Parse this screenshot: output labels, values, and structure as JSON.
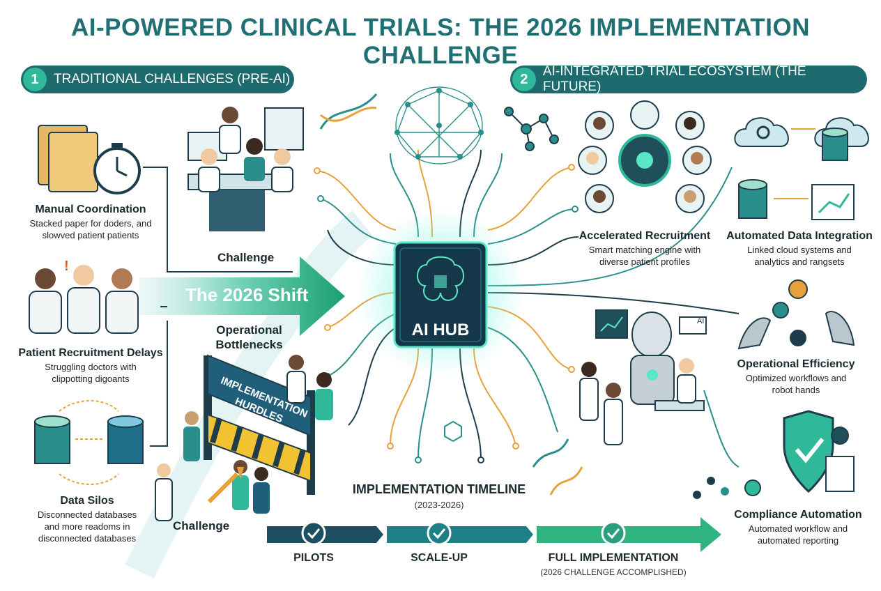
{
  "title": "AI-POWERED CLINICAL TRIALS: THE 2026 IMPLEMENTATION CHALLENGE",
  "section1": {
    "number": "1",
    "label": "TRADITIONAL CHALLENGES (PRE-AI)"
  },
  "section2": {
    "number": "2",
    "label": "AI-INTEGRATED TRIAL ECOSYSTEM (THE FUTURE)"
  },
  "left": {
    "manual": {
      "title": "Manual Coordination",
      "desc1": "Stacked paper for doders, and",
      "desc2": "slowved patient patients"
    },
    "recruit": {
      "title": "Patient Recruitment Delays",
      "desc1": "Struggling doctors with",
      "desc2": "clippotting digoants"
    },
    "silos": {
      "title": "Data Silos",
      "desc1": "Disconnected databases",
      "desc2": "and more readoms in",
      "desc3": "disconnected databases"
    }
  },
  "middle_left": {
    "challenge_top": "Challenge",
    "shift": "The 2026 Shift",
    "bottlenecks1": "Operational",
    "bottlenecks2": "Bottlenecks",
    "hurdles1": "IMPLEMENTATION",
    "hurdles2": "HURDLES",
    "challenge_bottom": "Challenge"
  },
  "hub": {
    "label": "AI HUB",
    "chip_small": "AI"
  },
  "right": {
    "recruitment": {
      "title": "Accelerated Recruitment",
      "desc1": "Smart matching engine with",
      "desc2": "diverse patient profiles"
    },
    "data": {
      "title": "Automated Data Integration",
      "desc1": "Linked cloud systems and",
      "desc2": "analytics and rangsets"
    },
    "efficiency": {
      "title": "Operational Efficiency",
      "desc1": "Optimized workflows and",
      "desc2": "robot hands"
    },
    "compliance": {
      "title": "Compliance Automation",
      "desc1": "Automated workflow and",
      "desc2": "automated reporting"
    }
  },
  "timeline": {
    "title": "IMPLEMENTATION TIMELINE",
    "range": "(2023-2026)",
    "stages": [
      "PILOTS",
      "SCALE-UP",
      "FULL IMPLEMENTATION"
    ],
    "note": "(2026 CHALLENGE ACCOMPLISHED)"
  },
  "colors": {
    "teal_dark": "#1d6b6f",
    "teal": "#2a8f8a",
    "green": "#2fb89a",
    "orange": "#e8a13a",
    "navy": "#1f3c4a"
  }
}
